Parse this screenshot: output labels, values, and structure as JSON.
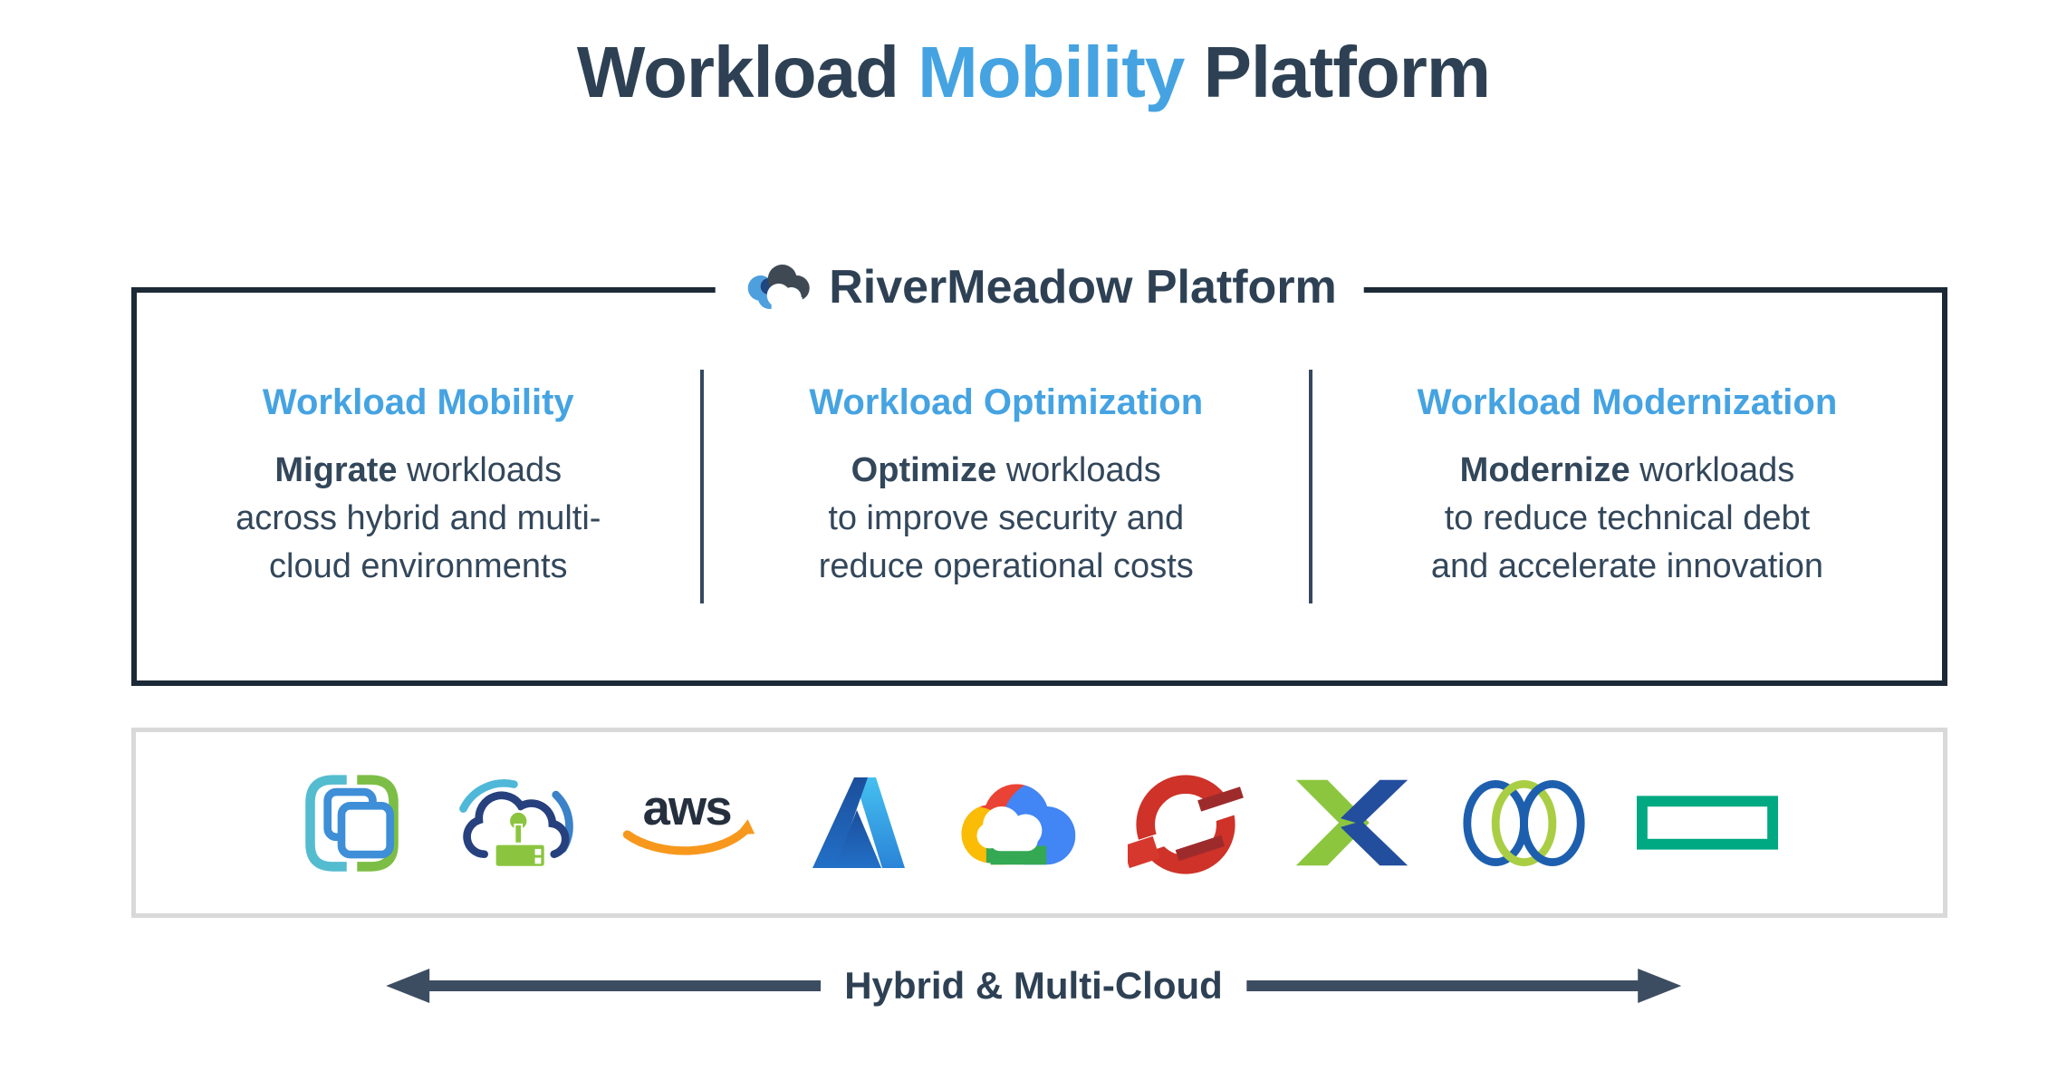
{
  "title": {
    "prefix": "Workload ",
    "highlight": "Mobility",
    "suffix": " Platform"
  },
  "platform": {
    "label": "RiverMeadow Platform",
    "logo_icon": "rivermeadow-cloud-icon",
    "columns": [
      {
        "heading": "Workload Mobility",
        "lead": "Migrate",
        "line1_rest": " workloads",
        "line2": "across hybrid and multi-",
        "line3": "cloud environments"
      },
      {
        "heading": "Workload Optimization",
        "lead": "Optimize",
        "line1_rest": " workloads",
        "line2": "to improve security and",
        "line3": "reduce operational costs"
      },
      {
        "heading": "Workload Modernization",
        "lead": "Modernize",
        "line1_rest": " workloads",
        "line2": "to reduce technical debt",
        "line3": "and accelerate innovation"
      }
    ]
  },
  "logo_bar": {
    "aws_wordmark": "aws",
    "logos": [
      "vmware-vsphere-logo",
      "vmware-cloud-server-logo",
      "aws-logo",
      "microsoft-azure-logo",
      "google-cloud-logo",
      "red-hat-openshift-logo",
      "nutanix-logo",
      "interlocked-rings-logo",
      "hpe-logo"
    ]
  },
  "footer": {
    "arrow_label": "Hybrid & Multi-Cloud"
  },
  "colors": {
    "accent_blue": "#45a3e2",
    "dark_navy": "#2e4154",
    "body_text": "#33475b",
    "box_border": "#1c2936",
    "bar_border": "#d9d9d9",
    "arrow": "#3d4d61"
  }
}
